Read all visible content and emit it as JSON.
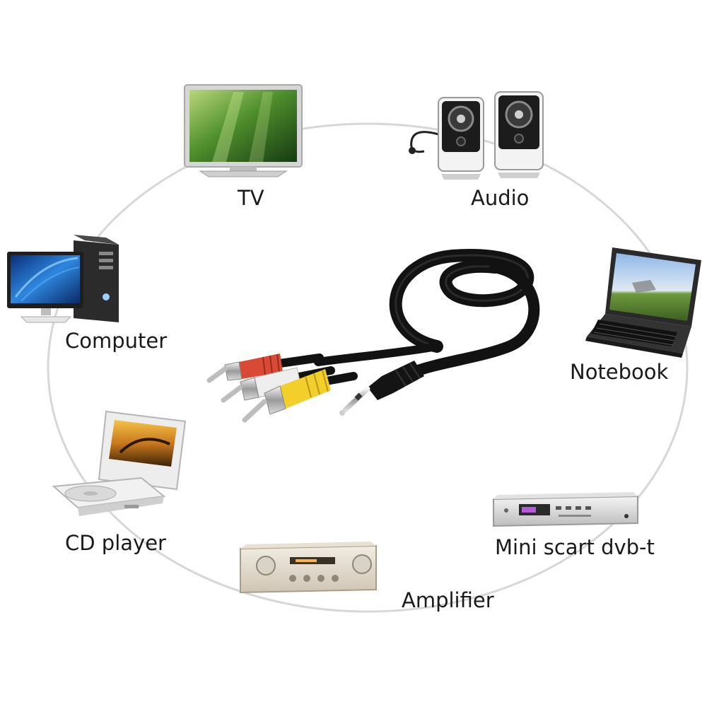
{
  "devices": {
    "tv": {
      "label": "TV"
    },
    "audio": {
      "label": "Audio"
    },
    "computer": {
      "label": "Computer"
    },
    "notebook": {
      "label": "Notebook"
    },
    "cd_player": {
      "label": "CD player"
    },
    "mini_scart": {
      "label": "Mini scart dvb-t"
    },
    "amplifier": {
      "label": "Amplifier"
    }
  },
  "colors": {
    "ring": "#d7d7d7",
    "cable": "#121212",
    "rca_red": "#d84a36",
    "rca_white": "#eeeeee",
    "rca_yellow": "#f2cf2a",
    "metal": "#c9c9c9",
    "screen_green": "#4f8f2c",
    "screen_blue": "#1e63b8"
  }
}
